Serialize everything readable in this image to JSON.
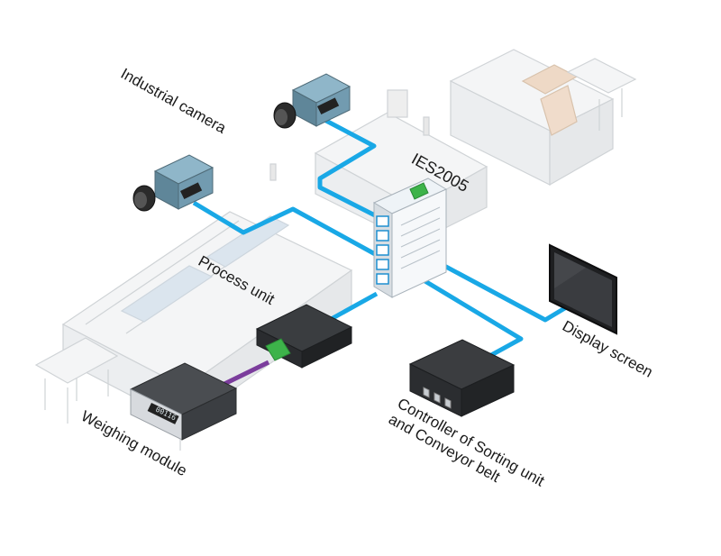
{
  "labels": {
    "industrial_camera": "Industrial camera",
    "switch_model": "IES2005",
    "process_unit": "Process unit",
    "display_screen": "Display screen",
    "weighing_module": "Weighing module",
    "controller_line1": "Controller of Sorting unit",
    "controller_line2": "and Conveyor belt"
  },
  "weighing_display": "00116",
  "colors": {
    "ethernet_link": "#19a8e6",
    "serial_link": "#7b3d9c",
    "machine_outline": "#cfd3d6",
    "accent_green": "#3db34a"
  }
}
